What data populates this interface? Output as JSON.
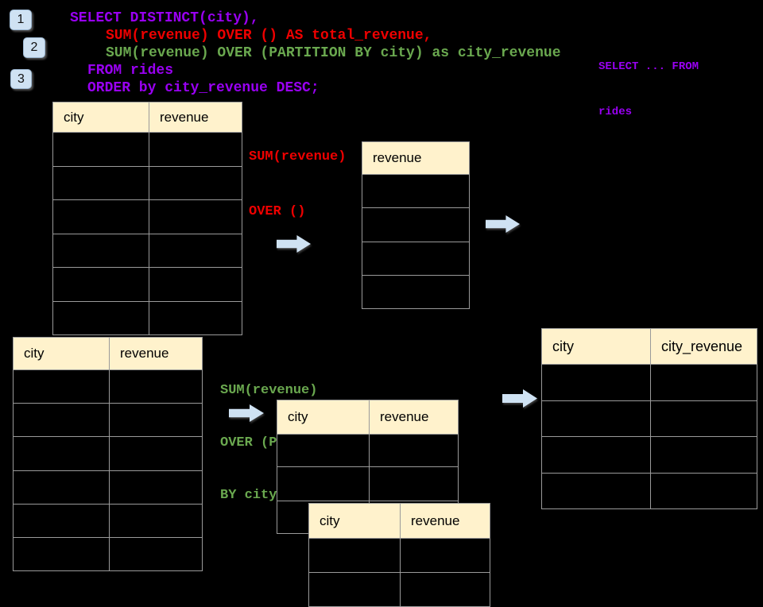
{
  "colors": {
    "background": "#000000",
    "purple": "#9900f2",
    "red": "#ee0000",
    "green": "#6aa84f",
    "light_blue": "#cfe2f3",
    "cream_header": "#fff2cc",
    "table_border": "#9a9a9a"
  },
  "badges": {
    "step1": "1",
    "step2": "2",
    "step3": "3"
  },
  "sql": {
    "line1": "SELECT DISTINCT(city),",
    "line2": "SUM(revenue) OVER () AS total_revenue,",
    "line3": "SUM(revenue) OVER (PARTITION BY city) as city_revenue",
    "line4": "FROM rides",
    "line5": "ORDER by city_revenue DESC;"
  },
  "side_note": {
    "line1": "SELECT ... FROM",
    "line2": "rides"
  },
  "annotation_total": {
    "line1": "SUM(revenue)",
    "line2": "OVER ()"
  },
  "annotation_partition": {
    "line1": "SUM(revenue)",
    "line2": "OVER (PARTITION",
    "line3": "BY city)"
  },
  "tables": {
    "source_top": {
      "headers": [
        "city",
        "revenue"
      ],
      "empty_rows": 6
    },
    "total_revenue_result": {
      "headers": [
        "revenue"
      ],
      "empty_rows": 4
    },
    "source_bottom": {
      "headers": [
        "city",
        "revenue"
      ],
      "empty_rows": 6
    },
    "partition_step": {
      "headers": [
        "city",
        "revenue"
      ],
      "empty_rows": 3
    },
    "partition_step_overlay": {
      "headers": [
        "city",
        "revenue"
      ],
      "empty_rows": 2
    },
    "city_revenue_result": {
      "headers": [
        "city",
        "city_revenue"
      ],
      "empty_rows": 4
    }
  }
}
